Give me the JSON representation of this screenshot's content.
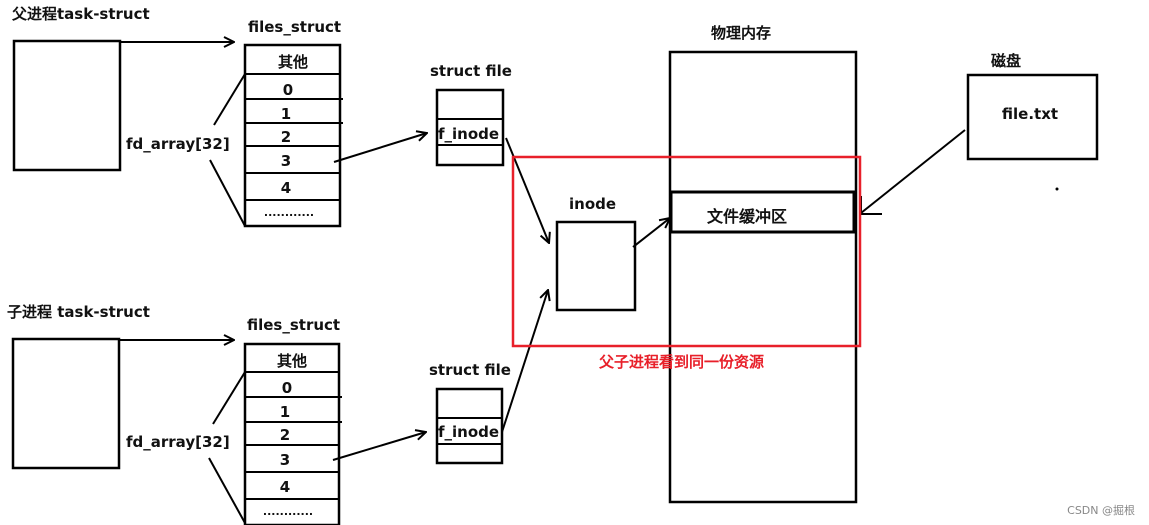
{
  "diagram": {
    "parent": {
      "task_struct_label": "父进程task-struct",
      "files_struct_label": "files_struct",
      "fd_array_label": "fd_array[32]",
      "cells": [
        "其他",
        "0",
        "1",
        "2",
        "3",
        "4",
        "............"
      ],
      "struct_file_label": "struct file",
      "f_inode_label": "f_inode"
    },
    "child": {
      "task_struct_label": "子进程 task-struct",
      "files_struct_label": "files_struct",
      "fd_array_label": "fd_array[32]",
      "cells": [
        "其他",
        "0",
        "1",
        "2",
        "3",
        "4",
        "............"
      ],
      "struct_file_label": "struct file",
      "f_inode_label": "f_inode"
    },
    "inode_label": "inode",
    "memory_label": "物理内存",
    "buffer_label": "文件缓冲区",
    "disk_label": "磁盘",
    "disk_file_label": "file.txt",
    "highlight_caption": "父子进程看到同一份资源",
    "highlight_color": "#e8202a",
    "watermark": "CSDN @掘根"
  }
}
